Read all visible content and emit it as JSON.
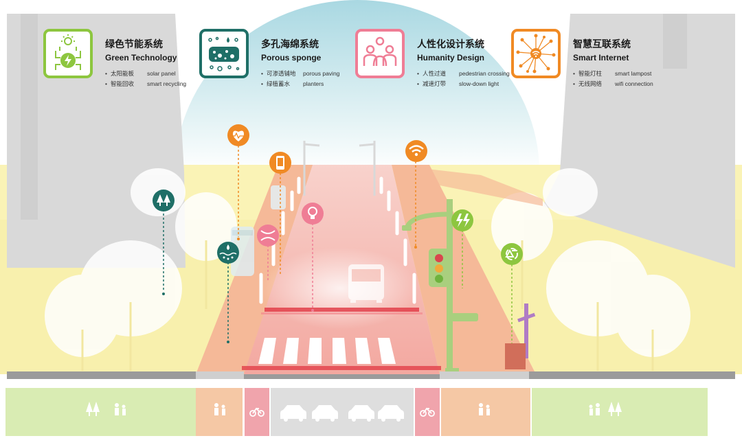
{
  "colors": {
    "green": "#8dc63f",
    "teal": "#1f6f67",
    "pink": "#ef7d95",
    "orange": "#f08a24",
    "sky": "#a9d8e2",
    "ground": "#faf3b6",
    "road": "#f4a39a",
    "walkway": "#f5b998",
    "lane_green": "#d9ecb3",
    "lane_peach": "#f5c8a5",
    "lane_pink": "#f0a4ac",
    "lane_grey": "#dedede"
  },
  "systems": [
    {
      "title_cn": "绿色节能系统",
      "title_en": "Green Technology",
      "icon": "solar-circuit-icon",
      "color": "#8dc63f",
      "items": [
        {
          "cn": "太阳能板",
          "en": "solar panel"
        },
        {
          "cn": "智能回收",
          "en": "smart recycling"
        }
      ]
    },
    {
      "title_cn": "多孔海绵系统",
      "title_en": "Porous sponge",
      "icon": "sponge-icon",
      "color": "#1f6f67",
      "items": [
        {
          "cn": "可渗透铺地",
          "en": "porous paving"
        },
        {
          "cn": "绿植蓄水",
          "en": "planters"
        }
      ]
    },
    {
      "title_cn": "人性化设计系统",
      "title_en": "Humanity Design",
      "icon": "people-icon",
      "color": "#ef7d95",
      "items": [
        {
          "cn": "人性过道",
          "en": "pedestrian crossing"
        },
        {
          "cn": "减速灯带",
          "en": "slow-down light"
        }
      ]
    },
    {
      "title_cn": "智慧互联系统",
      "title_en": "Smart Internet",
      "icon": "network-icon",
      "color": "#f08a24",
      "items": [
        {
          "cn": "智能灯柱",
          "en": "smart lampost"
        },
        {
          "cn": "无线网络",
          "en": "wifi connection"
        }
      ]
    }
  ],
  "markers": [
    {
      "icon": "heart-pulse-icon",
      "color": "#f08a24"
    },
    {
      "icon": "phone-icon",
      "color": "#f08a24"
    },
    {
      "icon": "wifi-icon",
      "color": "#f08a24"
    },
    {
      "icon": "trees-icon",
      "color": "#1f6f67"
    },
    {
      "icon": "lightbulb-icon",
      "color": "#ef7d95"
    },
    {
      "icon": "crossing-icon",
      "color": "#ef7d95"
    },
    {
      "icon": "water-icon",
      "color": "#1f6f67"
    },
    {
      "icon": "lightning-icon",
      "color": "#8dc63f"
    },
    {
      "icon": "recycle-icon",
      "color": "#8dc63f"
    }
  ],
  "section": [
    {
      "type": "green-space",
      "icons": "trees-pedestrian-icon"
    },
    {
      "type": "sidewalk",
      "icons": "pedestrian-icon"
    },
    {
      "type": "bike-lane",
      "icons": "bicycle-icon"
    },
    {
      "type": "car-lanes",
      "icons": "car-icon"
    },
    {
      "type": "bike-lane",
      "icons": "bicycle-icon"
    },
    {
      "type": "sidewalk",
      "icons": "pedestrian-icon"
    },
    {
      "type": "green-space",
      "icons": "pedestrian-trees-icon"
    }
  ]
}
